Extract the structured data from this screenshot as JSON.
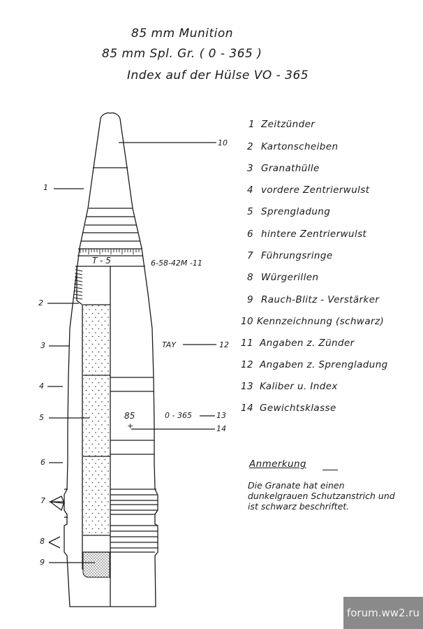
{
  "header": {
    "line1": "85 mm Munition",
    "line2": "85 mm Spl. Gr.   ( 0 - 365 )",
    "line3": "Index auf der Hülse  VO - 365"
  },
  "legend": [
    "Zeitzünder",
    "Kartonscheiben",
    "Granathülle",
    "vordere Zentrierwulst",
    "Sprengladung",
    "hintere Zentrierwulst",
    "Führungsringe",
    "Würgerillen",
    "Rauch-Blitz - Verstärker",
    "Kennzeichnung (schwarz)",
    "Angaben z. Zünder",
    "Angaben z. Sprengladung",
    "Kaliber u. Index",
    "Gewichtsklasse"
  ],
  "legend_numbers": [
    "1",
    "2",
    "3",
    "4",
    "5",
    "6",
    "7",
    "8",
    "9",
    "10",
    "11",
    "12",
    "13",
    "14"
  ],
  "callouts": {
    "c1": "1",
    "c2": "2",
    "c3": "3",
    "c4": "4",
    "c5": "5",
    "c6": "6",
    "c7": "7",
    "c8": "8",
    "c9": "9",
    "c10": "10",
    "c11": "6-58-42M  -11",
    "c12": "12",
    "c13": "13",
    "c14": "14"
  },
  "markings": {
    "fuze": "T - 5",
    "explosive": "TAY",
    "caliber": "85",
    "index": "0 - 365",
    "weight": "+"
  },
  "note": {
    "title": "Anmerkung",
    "text": "Die Granate hat einen dunkelgrauen Schutzanstrich und ist schwarz beschriftet."
  },
  "watermark": "forum.ww2.ru"
}
